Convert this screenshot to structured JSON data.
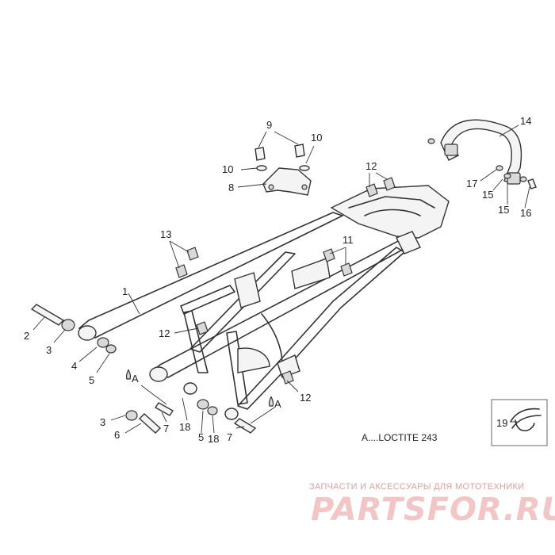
{
  "callouts": [
    "1",
    "2",
    "3",
    "4",
    "5",
    "6",
    "7",
    "8",
    "9",
    "10",
    "11",
    "12",
    "13",
    "14",
    "15",
    "16",
    "17",
    "18",
    "19"
  ],
  "loctite_marker": "A",
  "loctite_note": "A....LOCTITE 243",
  "watermark": {
    "tagline": "ЗАПЧАСТИ И АКСЕССУАРЫ ДЛЯ МОТОТЕХНИКИ",
    "brand": "PARTSFOR.RU"
  },
  "colors": {
    "line": "#333333",
    "watermark": "#f2c6c6"
  }
}
